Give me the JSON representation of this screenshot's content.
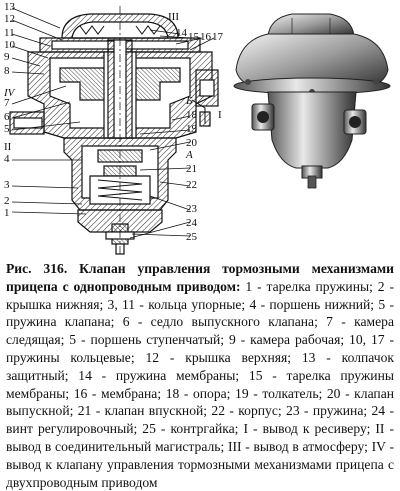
{
  "figure": {
    "callouts_left": [
      "13",
      "12",
      "11",
      "10",
      "9",
      "8",
      "7",
      "6",
      "5",
      "4",
      "3",
      "2",
      "1"
    ],
    "callouts_right": [
      "14",
      "15",
      "16",
      "17",
      "18",
      "19",
      "20",
      "21",
      "22",
      "23",
      "24",
      "25"
    ],
    "port_labels": {
      "top": "III",
      "right": "I",
      "left": "II",
      "left_b": "IV",
      "letter_b": "Б",
      "letter_a": "А"
    }
  },
  "caption": {
    "title": "Рис. 316. Клапан управления тормозными механизмами прицепа с однопроводным приводом:",
    "body": " 1 - тарелка пружины; 2 - крышка нижняя; 3, 11 - кольца упорные; 4 - поршень нижний; 5 - пружина клапана; 6 - седло выпускного клапана; 7 - камера следящая; 5 - поршень ступенчатый; 9 - камера рабочая; 10, 17 - пружины кольцевые; 12 - крышка верхняя; 13 - колпачок защитный; 14 - пружина мембраны; 15 - тарелка пружины мембраны; 16 - мембрана; 18 - опора; 19 - толкатель; 20 - клапан выпускной; 21 - клапан впускной; 22 - корпус; 23 - пружина; 24 - винт регулировочный; 25 - контргайка; I - вывод к ресиверу; II - вывод в соединительный магистраль; III - вывод в атмосферу; IV - вывод к клапану управления тормозными механизмами прицепа с двухпроводным приводом"
  }
}
